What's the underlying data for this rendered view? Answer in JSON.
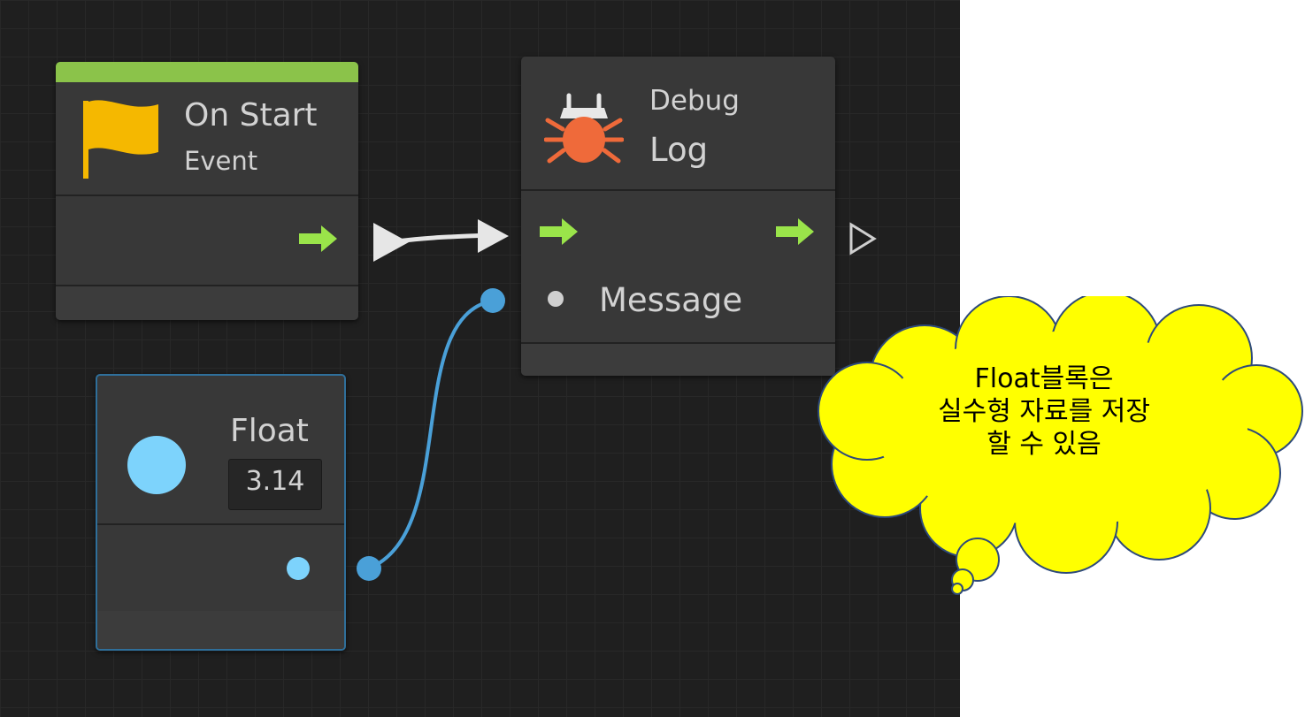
{
  "nodes": {
    "on_start": {
      "title": "On Start",
      "subtitle": "Event",
      "header_color": "#8bc34a",
      "icon": "flag-icon"
    },
    "debug_log": {
      "category": "Debug",
      "title": "Log",
      "input_label": "Message",
      "icon": "bug-icon"
    },
    "float": {
      "title": "Float",
      "value": "3.14",
      "icon": "circle-icon"
    }
  },
  "callout": {
    "lines": [
      "Float블록은",
      "실수형 자료를 저장",
      "할 수 있음"
    ]
  },
  "colors": {
    "canvas": "#1f1f1f",
    "node_body": "#383838",
    "flow_arrow": "#9ae44a",
    "float_port": "#7dd3fc",
    "float_wire": "#4aa0d8",
    "flag": "#f5b800",
    "bug": "#ef6a3a",
    "callout_fill": "#ffff00"
  }
}
